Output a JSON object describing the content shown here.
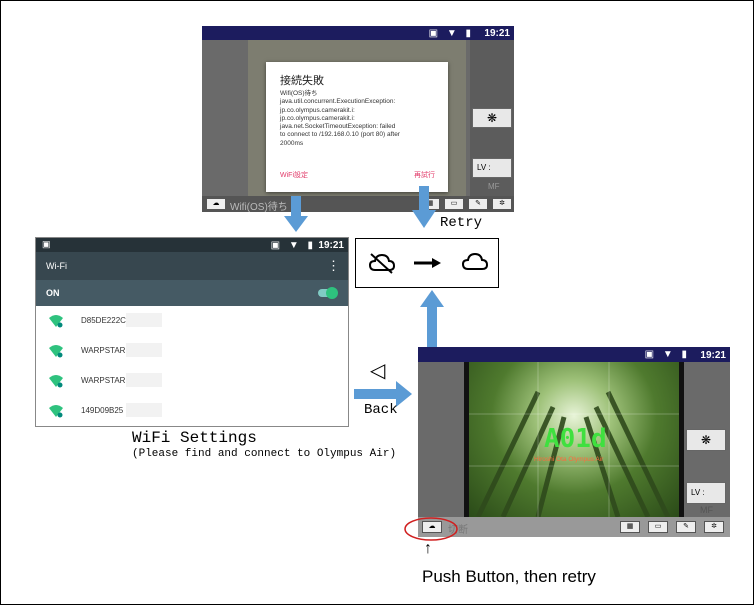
{
  "top_screen": {
    "time": "19:21",
    "dialog_title": "接続失敗",
    "dialog_message": "Wifi(OS)待ち\njava.util.concurrent.ExecutionException:\njp.co.olympus.camerakit.i:\njp.co.olympus.camerakit.i:\njava.net.SocketTimeoutException: failed\nto connect to /192.168.0.10 (port 80) after\n2000ms",
    "wifi_button": "WiFi設定",
    "retry_button": "再試行",
    "status_text": "Wifi(OS)待ち",
    "lv_label": "LV :",
    "mf_label": "MF"
  },
  "retry_label": "Retry",
  "back_label": "Back",
  "back_triangle": "◁",
  "wifi_screen": {
    "time": "19:21",
    "title": "Wi-Fi",
    "on_label": "ON",
    "networks": [
      "D85DE222C",
      "WARPSTAR",
      "WARPSTAR",
      "149D09B25"
    ],
    "menu_glyph": "⋮"
  },
  "wifi_caption_title": "WiFi Settings",
  "wifi_caption_sub": "(Please find and connect to Olympus Air)",
  "bottom_screen": {
    "time": "19:21",
    "overlay_text": "A01d",
    "overlay_sub": "Hiroshi Ota Olympus Air",
    "lv_label": "LV :",
    "mf_label": "MF",
    "status_text": "切断"
  },
  "push_caption": "Push Button, then retry",
  "up_arrow": "↑",
  "colors": {
    "arrow": "#5b9bd5",
    "statusbar": "#1c1c5e",
    "accent_green": "#2ec27e",
    "dialog_pink": "#e23b6a",
    "overlay_green": "#3fe03f"
  },
  "icons": [
    "cloud-offline-icon",
    "arrow-right-icon",
    "cloud-icon"
  ]
}
